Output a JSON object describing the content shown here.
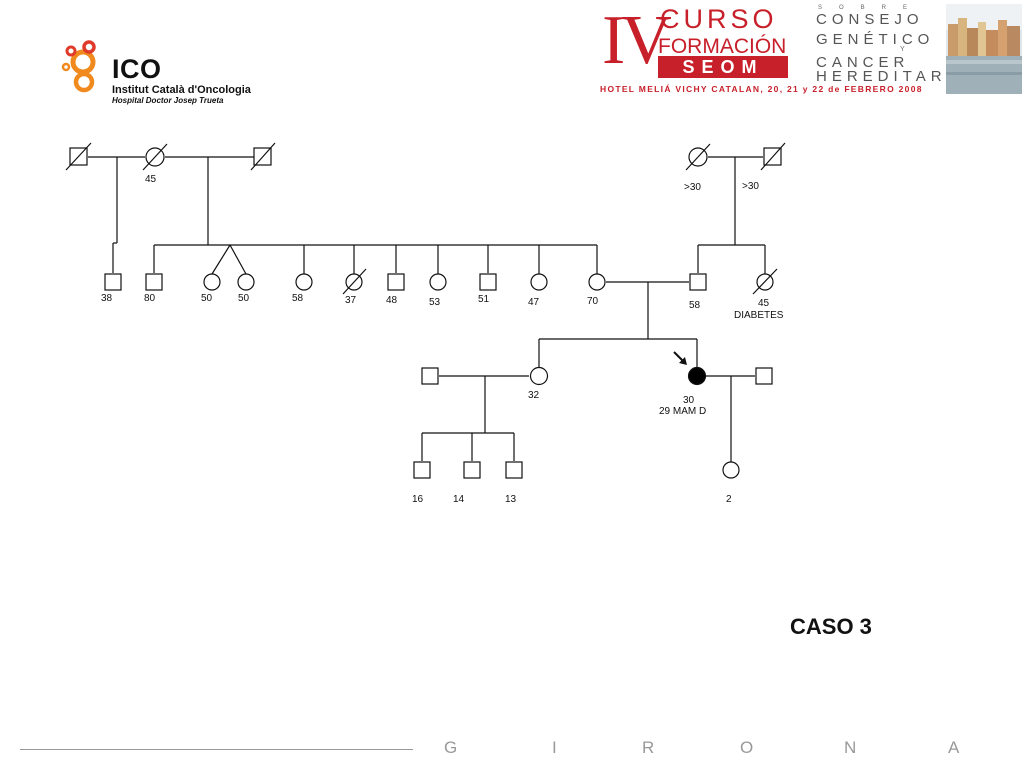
{
  "logo_left": {
    "name": "ICO",
    "line1": "Institut Català d'Oncologia",
    "line2": "Hospital Doctor Josep Trueta"
  },
  "conference": {
    "roman": "IV",
    "curso": "CURSO",
    "formacion": "FORMACIÓN",
    "seom": "SEOM",
    "sobre": "SOBRE",
    "consejo": "CONSEJO",
    "genetico": "GENÉTICO",
    "y": "Y",
    "cancer": "CANCER",
    "hereditario": "HEREDITARIO",
    "venue": "HOTEL MELIÁ VICHY CATALAN, 20, 21 y 22 de FEBRERO 2008"
  },
  "pedigree": {
    "generation1_ages": [
      "45",
      ">30",
      ">30"
    ],
    "generation2_ages": [
      "38",
      "80",
      "50",
      "50",
      "58",
      "37",
      "48",
      "53",
      "51",
      "47",
      "70",
      "58",
      "45"
    ],
    "generation2_notes": [
      "DIABETES"
    ],
    "generation3_ages": [
      "32",
      "30"
    ],
    "proband_note": "29 MAM D",
    "generation4_ages": [
      "16",
      "14",
      "13",
      "2"
    ]
  },
  "case_title": "CASO 3",
  "footer": {
    "letters": [
      "G",
      "I",
      "R",
      "O",
      "N",
      "A"
    ]
  }
}
